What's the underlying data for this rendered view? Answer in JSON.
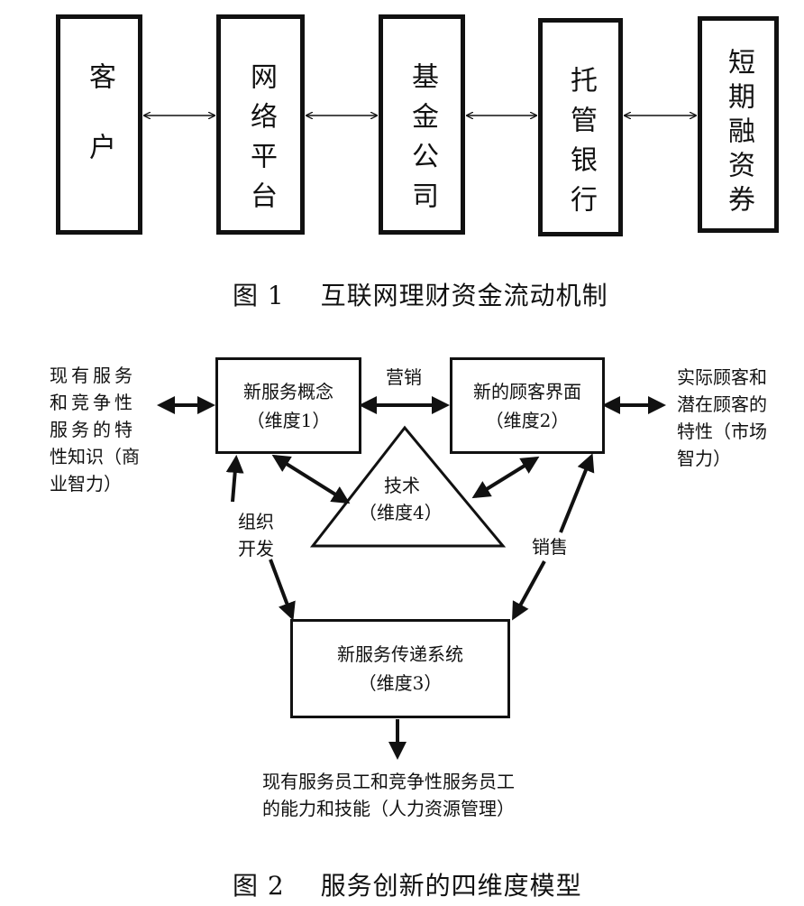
{
  "figure1": {
    "boxes": [
      "客户",
      "网络平台",
      "基金公司",
      "托管银行",
      "短期融资券"
    ],
    "caption_num": "图 1",
    "caption_title": "互联网理财资金流动机制"
  },
  "figure2": {
    "dim1": {
      "name": "新服务概念",
      "tag": "（维度1）"
    },
    "dim2": {
      "name": "新的顾客界面",
      "tag": "（维度2）"
    },
    "dim3": {
      "name": "新服务传递系统",
      "tag": "（维度3）"
    },
    "dim4": {
      "name": "技术",
      "tag": "（维度4）"
    },
    "marketing": "营销",
    "org_dev": [
      "组织",
      "开发"
    ],
    "sales": "销售",
    "left_note": [
      "现有服务",
      "和竞争性",
      "服务的特",
      "性知识（商",
      "业智力）"
    ],
    "right_note": [
      "实际顾客和",
      "潜在顾客的",
      "特性（市场",
      "智力）"
    ],
    "bottom_note": [
      "现有服务员工和竞争性服务员工",
      "的能力和技能（人力资源管理）"
    ],
    "caption_num": "图 2",
    "caption_title": "服务创新的四维度模型"
  }
}
